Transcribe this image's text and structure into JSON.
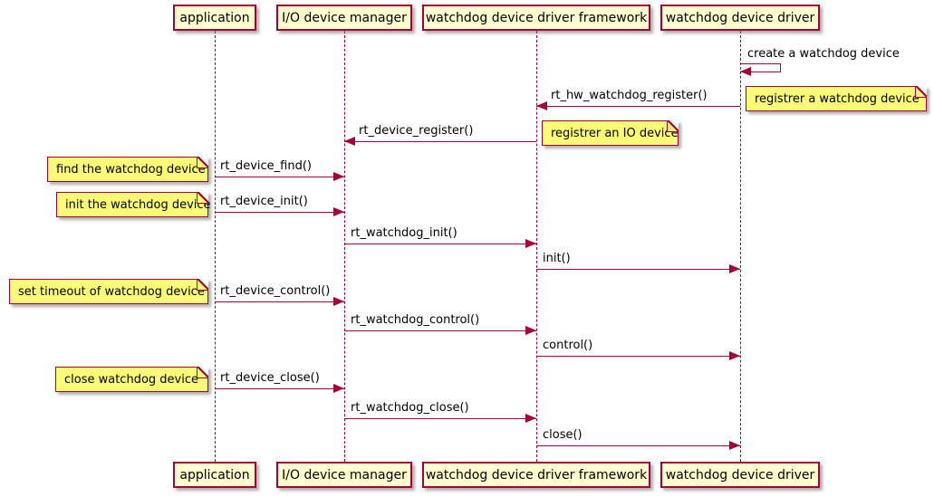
{
  "diagram": {
    "type": "sequence-diagram",
    "participants": [
      {
        "label": "application"
      },
      {
        "label": "I/O device manager"
      },
      {
        "label": "watchdog device driver framework"
      },
      {
        "label": "watchdog device driver"
      }
    ],
    "messages": [
      {
        "label": "create a watchdog device",
        "from": "watchdog device driver",
        "to": "watchdog device driver",
        "kind": "self"
      },
      {
        "label": "rt_hw_watchdog_register()",
        "from": "watchdog device driver",
        "to": "watchdog device driver framework",
        "kind": "left"
      },
      {
        "label": "rt_device_register()",
        "from": "watchdog device driver framework",
        "to": "I/O device manager",
        "kind": "left"
      },
      {
        "label": "rt_device_find()",
        "from": "application",
        "to": "I/O device manager",
        "kind": "right"
      },
      {
        "label": "rt_device_init()",
        "from": "application",
        "to": "I/O device manager",
        "kind": "right"
      },
      {
        "label": "rt_watchdog_init()",
        "from": "I/O device manager",
        "to": "watchdog device driver framework",
        "kind": "right"
      },
      {
        "label": "init()",
        "from": "watchdog device driver framework",
        "to": "watchdog device driver",
        "kind": "right"
      },
      {
        "label": "rt_device_control()",
        "from": "application",
        "to": "I/O device manager",
        "kind": "right"
      },
      {
        "label": "rt_watchdog_control()",
        "from": "I/O device manager",
        "to": "watchdog device driver framework",
        "kind": "right"
      },
      {
        "label": "control()",
        "from": "watchdog device driver framework",
        "to": "watchdog device driver",
        "kind": "right"
      },
      {
        "label": "rt_device_close()",
        "from": "application",
        "to": "I/O device manager",
        "kind": "right"
      },
      {
        "label": "rt_watchdog_close()",
        "from": "I/O device manager",
        "to": "watchdog device driver framework",
        "kind": "right"
      },
      {
        "label": "close()",
        "from": "watchdog device driver framework",
        "to": "watchdog device driver",
        "kind": "right"
      }
    ],
    "notes": [
      {
        "label": "registrer a watchdog device"
      },
      {
        "label": "registrer an IO device"
      },
      {
        "label": "find the watchdog device"
      },
      {
        "label": "init the watchdog device"
      },
      {
        "label": "set timeout of watchdog device"
      },
      {
        "label": "close watchdog device"
      }
    ],
    "colors": {
      "border": "#A80036",
      "participant_fill": "#FEFECE",
      "note_fill": "#FBFB77",
      "text": "#000000"
    }
  }
}
